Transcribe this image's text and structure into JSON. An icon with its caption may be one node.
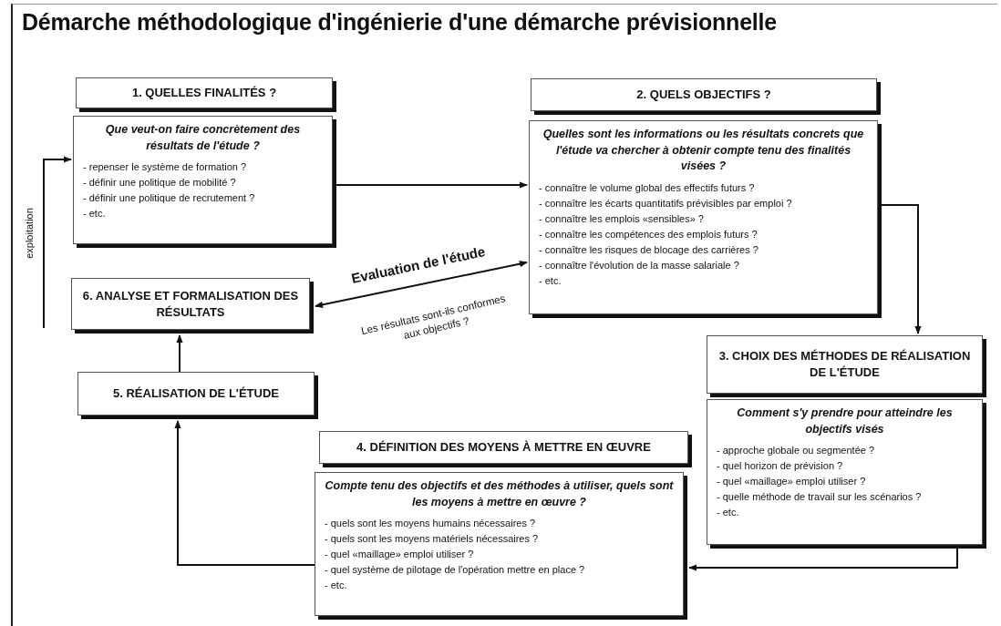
{
  "diagram": {
    "title": "Démarche méthodologique d'ingénierie d'une démarche prévisionnelle",
    "nodes": [
      {
        "text": [
          "1. QUELLES FINALITÉS ?"
        ]
      },
      {
        "text": [
          "Que veut-on faire concrètement des résultats de l'étude ?",
          "- repenser le système de formation ?",
          "- définir une politique de mobilité ?",
          "- définir une politique de recrutement ?",
          "- etc."
        ]
      },
      {
        "text": [
          "2. QUELS OBJECTIFS ?"
        ]
      },
      {
        "text": [
          "Quelles sont les informations ou les résultats concrets que l'étude va chercher à obtenir compte tenu des finalités visées ?",
          "- connaître le volume global des effectifs futurs ?",
          "- connaître les écarts quantitatifs prévisibles par emploi ?",
          "- connaître les emplois «sensibles» ?",
          "- connaître les compétences des emplois futurs ?",
          "- connaître les risques de blocage des carrières ?",
          "- connaître l'évolution de la masse salariale ?",
          "- etc."
        ]
      },
      {
        "text": [
          "6. ANALYSE ET FORMALISATION DES RÉSULTATS"
        ]
      },
      {
        "text": [
          "3. CHOIX DES MÉTHODES DE RÉALISATION DE L'ÉTUDE"
        ]
      },
      {
        "text": [
          "Comment s'y prendre pour atteindre les objectifs visés",
          "- approche globale ou segmentée ?",
          "- quel horizon de prévision ?",
          "- quel «maillage» emploi utiliser ?",
          "- quelle méthode de travail sur les scénarios ?",
          "- etc."
        ]
      },
      {
        "text": [
          "5. RÉALISATION DE L'ÉTUDE"
        ]
      },
      {
        "text": [
          "4. DÉFINITION DES MOYENS À METTRE EN ŒUVRE"
        ]
      },
      {
        "text": [
          "Compte tenu des objectifs et des méthodes à utiliser, quels sont les moyens à mettre en œuvre ?",
          "- quels sont les moyens humains nécessaires ?",
          "- quels sont les moyens matériels nécessaires ?",
          "- quel «maillage» emploi utiliser ?",
          "- quel système de pilotage de l'opération mettre en place ?",
          "- etc."
        ]
      }
    ],
    "edges": [
      {
        "from": 1,
        "to": 3,
        "arrow": "to"
      },
      {
        "from": 3,
        "to": 5,
        "arrow": "to"
      },
      {
        "from": 6,
        "to": 9,
        "arrow": "to"
      },
      {
        "from": 9,
        "to": 7,
        "arrow": "to"
      },
      {
        "from": 7,
        "to": 4,
        "arrow": "to"
      },
      {
        "from": 4,
        "to": 3,
        "arrow": "both",
        "label": "Evaluation de l'étude"
      },
      {
        "from": null,
        "to": 1,
        "arrow": "to",
        "label": "exploitation"
      }
    ],
    "labels": [
      "Les résultats sont-ils conformes aux objectifs ?"
    ]
  }
}
